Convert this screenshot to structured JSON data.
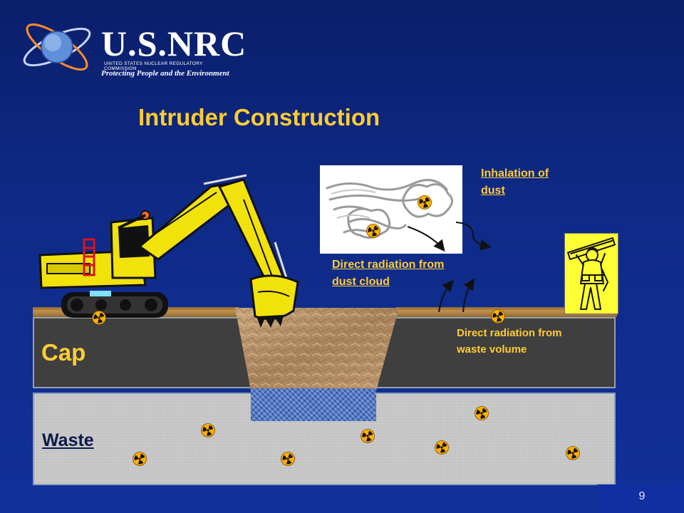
{
  "logo": {
    "brand": "U.S.NRC",
    "subtitle": "United States Nuclear Regulatory Commission",
    "tagline": "Protecting People and the Environment"
  },
  "title": "Intruder Construction",
  "labels": {
    "inhalation": [
      "Inhalation of",
      "dust"
    ],
    "dust_cloud": [
      "Direct radiation from",
      "dust cloud"
    ],
    "waste_volume": [
      "Direct radiation from",
      "waste volume"
    ]
  },
  "layers": {
    "cap": "Cap",
    "waste": "Waste"
  },
  "icons": {
    "radiation": "radiation-trefoil-icon",
    "excavator": "excavator-icon",
    "worker": "construction-worker-icon",
    "dust": "dust-cloud-icon"
  },
  "colors": {
    "title": "#ffcc33",
    "background": "#0f2a86",
    "cap": "#3f3f3f",
    "waste": "#c8c8c8",
    "trefoil": "#ffb000"
  },
  "page_number": "9"
}
